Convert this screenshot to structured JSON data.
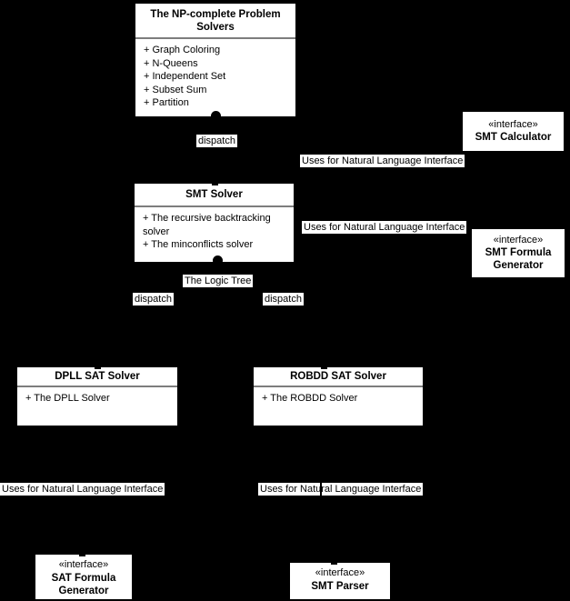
{
  "palette": {
    "background": "#000000",
    "box_fill": "#ffffff",
    "box_border": "#000000",
    "text": "#000000",
    "compartment_divider": "#7d7d7d"
  },
  "classes": {
    "np_solvers": {
      "title": "The NP-complete Problem Solvers",
      "attrs": [
        "+ Graph Coloring",
        "+ N-Queens",
        "+ Independent Set",
        "+ Subset Sum",
        "+ Partition"
      ]
    },
    "smt_solver": {
      "title": "SMT Solver",
      "attrs": [
        "+ The recursive backtracking solver",
        "+ The minconflicts solver"
      ]
    },
    "dpll_sat_solver": {
      "title": "DPLL SAT Solver",
      "attrs": [
        "+ The DPLL Solver"
      ]
    },
    "robdd_sat_solver": {
      "title": "ROBDD SAT Solver",
      "attrs": [
        "+ The ROBDD Solver"
      ]
    }
  },
  "interfaces": {
    "smt_calculator": {
      "stereotype": "«interface»",
      "name_lines": [
        "SMT Calculator"
      ]
    },
    "smt_formula_generator": {
      "stereotype": "«interface»",
      "name_lines": [
        "SMT Formula",
        "Generator"
      ]
    },
    "sat_formula_generator": {
      "stereotype": "«interface»",
      "name_lines": [
        "SAT Formula",
        "Generator"
      ]
    },
    "smt_parser": {
      "stereotype": "«interface»",
      "name_lines": [
        "SMT Parser"
      ]
    }
  },
  "edge_labels": {
    "dispatch_np_to_smt": "dispatch",
    "uses_nl_top": "Uses for Natural Language Interface",
    "uses_nl_mid": "Uses for Natural Language Interface",
    "logic_tree": "The Logic Tree",
    "dispatch_smt_to_dpll": "dispatch",
    "dispatch_smt_to_robdd": "dispatch",
    "uses_nl_bottom_left": "Uses for Natural Language Interface",
    "uses_nl_bottom_right": "Uses for Natural Language Interface"
  }
}
